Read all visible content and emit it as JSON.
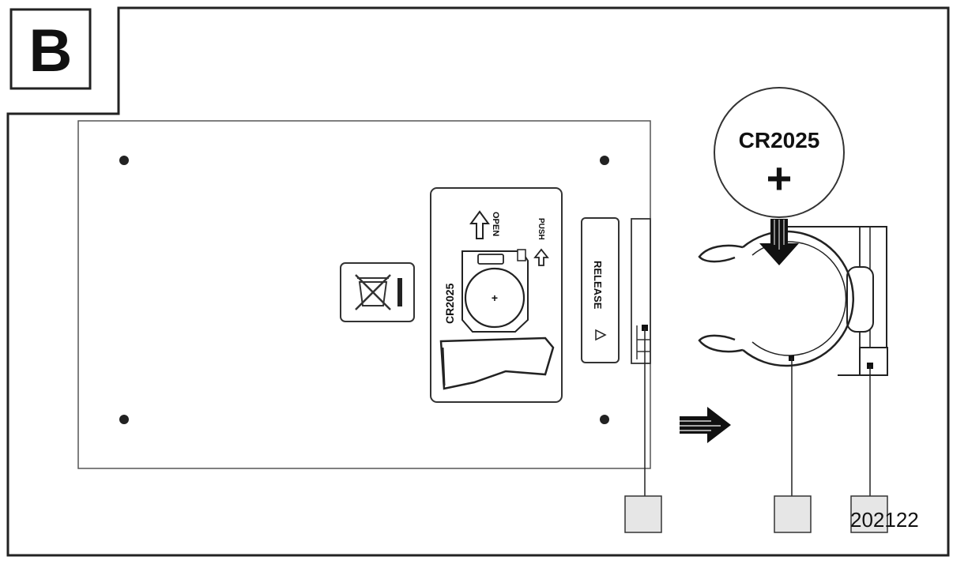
{
  "panel": {
    "letter": "B"
  },
  "coin_cell": {
    "model": "CR2025",
    "polarity": "+"
  },
  "device": {
    "tray_model": "CR2025",
    "open_label": "OPEN",
    "push_label": "PUSH",
    "release_label": "RELEASE",
    "tray_plus": "+"
  },
  "figure_code": "202122",
  "colors": {
    "stroke": "#222222",
    "fill_light": "#f5f5f5",
    "callout_box": "#e6e6e6",
    "arrow": "#111111"
  }
}
